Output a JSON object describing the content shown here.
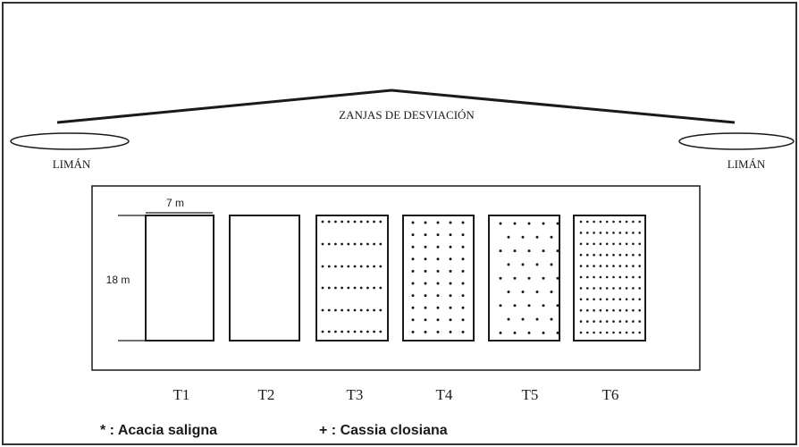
{
  "diagram": {
    "channel_label": "ZANJAS DE DESVIACIÓN",
    "liman_left": "LIMÁN",
    "liman_right": "LIMÁN",
    "plot_width_label": "7 m",
    "plot_length_label": "18 m",
    "treatments": [
      {
        "id": "T1",
        "label": "T1",
        "pattern": "empty"
      },
      {
        "id": "T2",
        "label": "T2",
        "pattern": "empty"
      },
      {
        "id": "T3",
        "label": "T3",
        "pattern": "rows"
      },
      {
        "id": "T4",
        "label": "T4",
        "pattern": "grid"
      },
      {
        "id": "T5",
        "label": "T5",
        "pattern": "staggered"
      },
      {
        "id": "T6",
        "label": "T6",
        "pattern": "dense"
      }
    ]
  },
  "legend": {
    "acacia": "* : Acacia saligna",
    "cassia": "+ : Cassia closiana"
  }
}
